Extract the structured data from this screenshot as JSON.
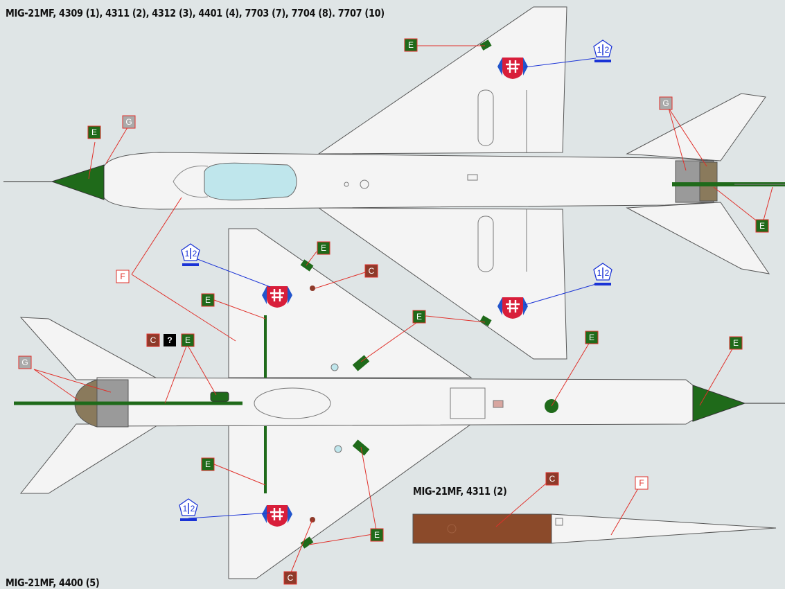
{
  "captions": {
    "main": "MIG-21MF, 4309 (1), 4311 (2), 4312 (3),  4401 (4), 7703 (7), 7704 (8). 7707 (10)",
    "nose_variant": "MIG-21MF, 4311 (2)",
    "bottom": "MIG-21MF, 4400 (5)"
  },
  "markers": {
    "E": "E",
    "F": "F",
    "G": "G",
    "C": "C",
    "unknown": "?",
    "insignia_ref_1": "1",
    "insignia_ref_2": "2"
  },
  "colors": {
    "background": "#dfe5e6",
    "airframe": "#f4f4f4",
    "outline": "#555555",
    "antiglare_green": "#1f6a1a",
    "nose_brown": "#8b4a2a",
    "exhaust_bronze": "#8a7a5c",
    "exhaust_grey": "#9a9a9a",
    "canopy": "#bfe6ec",
    "leader_red": "#e0302a",
    "leader_blue": "#1a33d6",
    "roundel_red": "#d81e3a",
    "roundel_blue": "#2255cc",
    "marker_green": "#1f6a1a",
    "marker_brown": "#8e3a2a"
  }
}
